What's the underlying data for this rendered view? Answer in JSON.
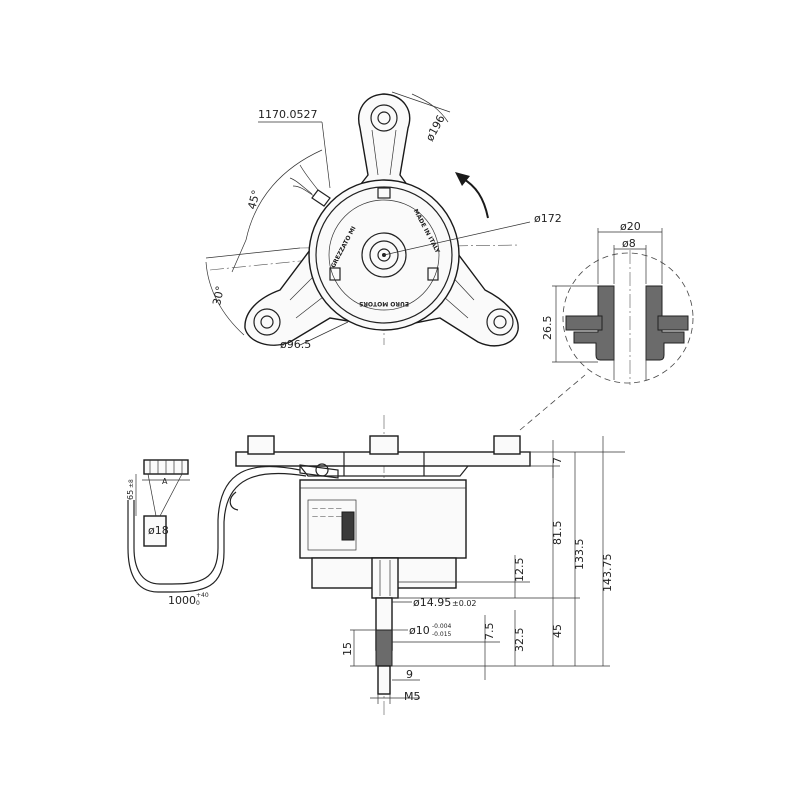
{
  "top_view": {
    "part_number": "1170.0527",
    "dia_mounting": "ø196",
    "dia_housing": "ø172",
    "dia_hub": "ø96.5",
    "angle_wire": "45°",
    "angle_lug": "30°",
    "motor_text_left": "GREZZATO MI",
    "motor_text_right": "MADE IN ITALY",
    "motor_text_bottom": "EURO MOTORS"
  },
  "detail": {
    "dia_outer": "ø20",
    "dia_inner": "ø8",
    "height": "26.5"
  },
  "side_view": {
    "cable_length": "1000",
    "cable_tol_upper": "+40",
    "cable_tol_lower": "0",
    "connector_length": "65",
    "connector_tol": "±8",
    "connector_label": "A",
    "cable_sleeve_dia": "ø18",
    "flange_thickness": "7",
    "dim_body": "81.5",
    "dim_mid": "133.5",
    "dim_total": "143.75",
    "dim_hub_len": "12.5",
    "dim_shaft_start": "32.5",
    "dim_shaft_len": "45",
    "dim_tip": "7.5",
    "dim_thread": "15",
    "dim_9": "9",
    "dia_hub": "ø14.95",
    "dia_hub_tol": "±0.02",
    "dia_shaft": "ø10",
    "dia_shaft_tol_upper": "-0.004",
    "dia_shaft_tol_lower": "-0.015",
    "thread": "M5"
  }
}
